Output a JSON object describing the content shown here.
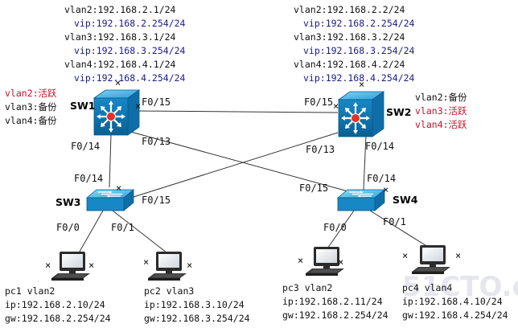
{
  "sw1": {
    "name": "SW1",
    "ips": [
      "vlan2:192.168.2.1/24",
      "vip:192.168.2.254/24",
      "vlan3:192.168.3.1/24",
      "vip:192.168.3.254/24",
      "vlan4:192.168.4.1/24",
      "vip:192.168.4.254/24"
    ],
    "roles": [
      "vlan2:活跃",
      "vlan3:备份",
      "vlan4:备份"
    ]
  },
  "sw2": {
    "name": "SW2",
    "ips": [
      "vlan2:192.168.2.2/24",
      "vip:192.168.2.254/24",
      "vlan3:192.168.3.2/24",
      "vip:192.168.3.254/24",
      "vlan4:192.168.4.2/24",
      "vip:192.168.4.254/24"
    ],
    "roles": [
      "vlan2:备份",
      "vlan3:活跃",
      "vlan4:活跃"
    ]
  },
  "sw3": {
    "name": "SW3"
  },
  "sw4": {
    "name": "SW4"
  },
  "ports": {
    "sw1_to_sw2_a": "F0/15",
    "sw1_to_sw2_b": "F0/15",
    "sw1_down": "F0/14",
    "sw1_cross": "F0/13",
    "sw2_cross": "F0/13",
    "sw2_down": "F0/14",
    "sw3_up": "F0/14",
    "sw3_cross": "F0/15",
    "sw3_pc1": "F0/0",
    "sw3_pc2": "F0/1",
    "sw4_up": "F0/14",
    "sw4_cross": "F0/15",
    "sw4_pc3": "F0/0",
    "sw4_pc4": "F0/1"
  },
  "pcs": [
    {
      "name": "pc1 vlan2",
      "ip": "ip:192.168.2.10/24",
      "gw": "gw:192.168.2.254/24"
    },
    {
      "name": "pc2 vlan3",
      "ip": "ip:192.168.3.10/24",
      "gw": "gw:192.168.3.254/24"
    },
    {
      "name": "pc3 vlan2",
      "ip": "ip:192.168.2.11/24",
      "gw": "gw:192.168.2.254/24"
    },
    {
      "name": "pc4 vlan4",
      "ip": "ip:192.168.4.10/24",
      "gw": "gw:192.168.4.254/24"
    }
  ],
  "colors": {
    "switch": "#1b8fd0",
    "active": "#c8102e",
    "vip": "#1a1a8c"
  }
}
